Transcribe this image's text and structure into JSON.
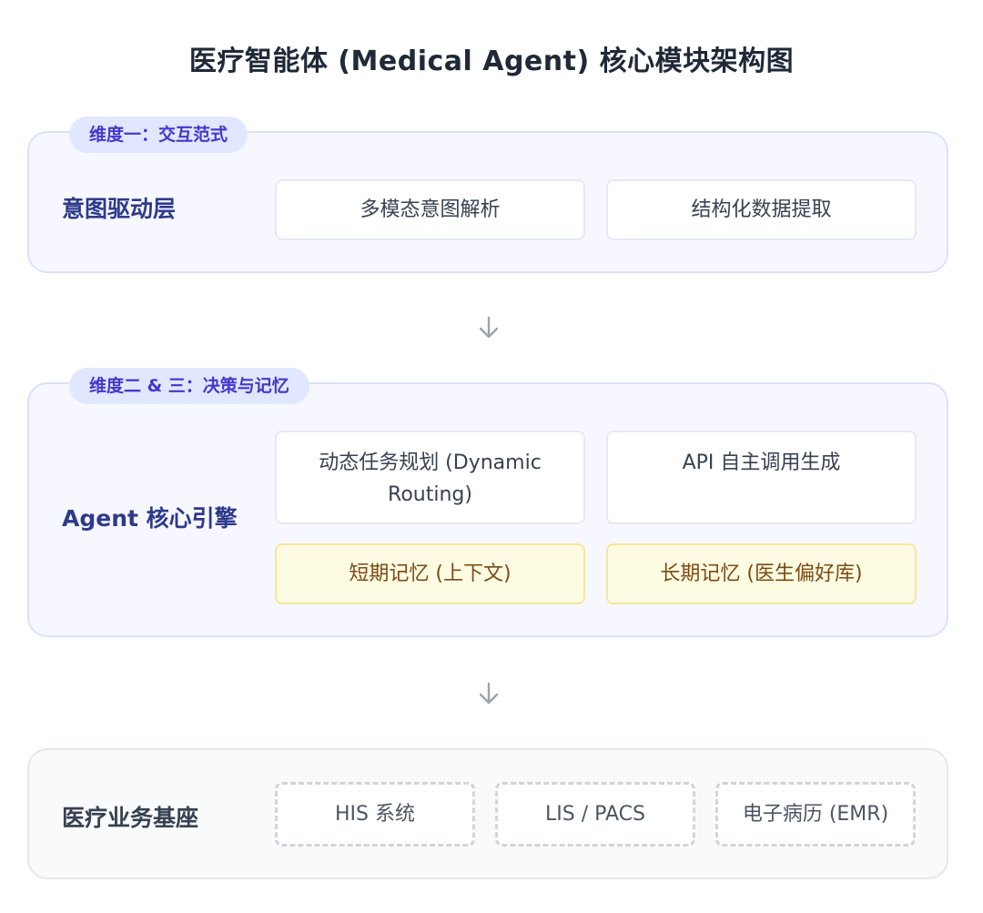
{
  "title": "医疗智能体 (Medical Agent) 核心模块架构图",
  "layer1": {
    "tag": "维度一：交互范式",
    "label": "意图驱动层",
    "boxes": [
      "多模态意图解析",
      "结构化数据提取"
    ]
  },
  "layer2": {
    "tag": "维度二 & 三：决策与记忆",
    "label": "Agent 核心引擎",
    "boxes": [
      "动态任务规划 (Dynamic Routing)",
      "API 自主调用生成"
    ],
    "memory": [
      "短期记忆 (上下文)",
      "长期记忆 (医生偏好库)"
    ]
  },
  "layer3": {
    "label": "医疗业务基座",
    "boxes": [
      "HIS 系统",
      "LIS / PACS",
      "电子病历 (EMR)"
    ]
  },
  "arrows": [
    "down-arrow-icon",
    "down-arrow-icon"
  ],
  "colors": {
    "title": "#1f2937",
    "tag_bg": "#e0e7ff",
    "tag_text": "#4338ca",
    "layer_label": "#2e3a8c",
    "memory_bg": "#fefbe3",
    "memory_border": "#f6e69c",
    "memory_text": "#7c4a12",
    "dashed_border": "#d1d5db"
  }
}
